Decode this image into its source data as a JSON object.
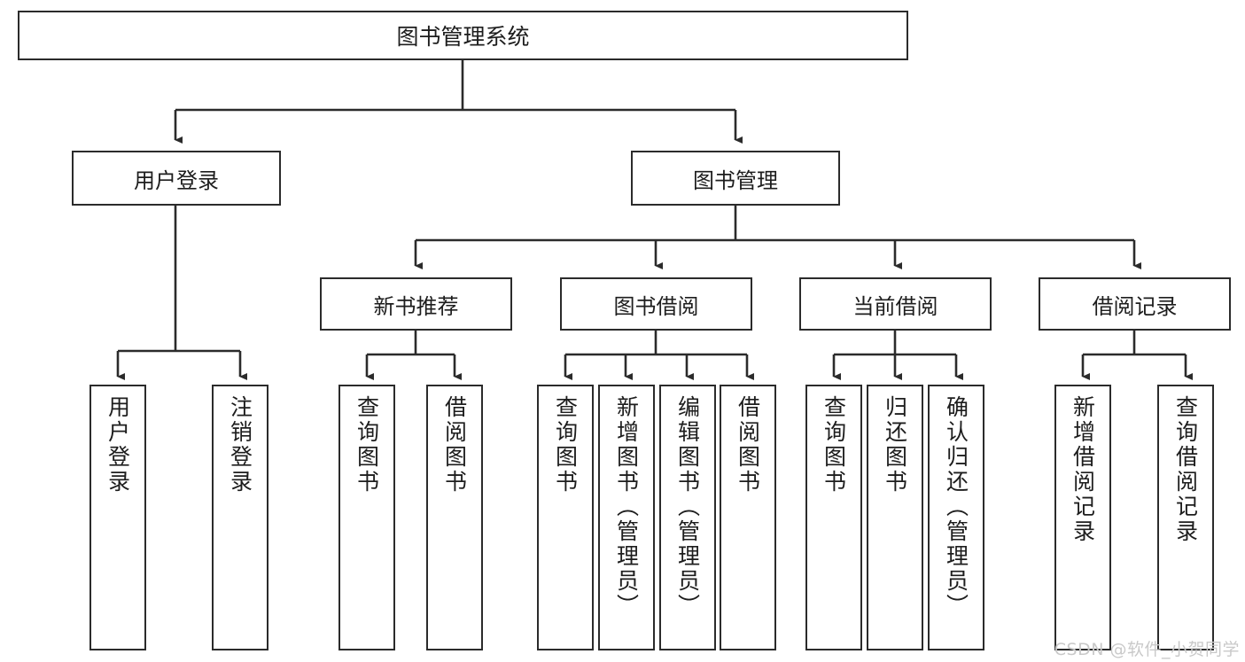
{
  "diagram": {
    "title": "图书管理系统",
    "type": "tree-hierarchy",
    "watermark": "CSDN @软件_小贺同学",
    "colors": {
      "stroke": "#2b2b2b",
      "fill": "#ffffff",
      "text": "#1d1d1d",
      "watermark": "#c9c9c9"
    },
    "root": {
      "label": "图书管理系统"
    },
    "level2": [
      {
        "label": "用户登录"
      },
      {
        "label": "图书管理"
      }
    ],
    "level3": [
      {
        "label": "新书推荐"
      },
      {
        "label": "图书借阅"
      },
      {
        "label": "当前借阅"
      },
      {
        "label": "借阅记录"
      }
    ],
    "leaves": {
      "user_login": [
        {
          "label": "用户登录"
        },
        {
          "label": "注销登录"
        }
      ],
      "new_book_recommend": [
        {
          "label": "查询图书"
        },
        {
          "label": "借阅图书"
        }
      ],
      "book_borrow": [
        {
          "label": "查询图书"
        },
        {
          "label": "新增图书（管理员）"
        },
        {
          "label": "编辑图书（管理员）"
        },
        {
          "label": "借阅图书"
        }
      ],
      "current_borrow": [
        {
          "label": "查询图书"
        },
        {
          "label": "归还图书"
        },
        {
          "label": "确认归还（管理员）"
        }
      ],
      "borrow_record": [
        {
          "label": "新增借阅记录"
        },
        {
          "label": "查询借阅记录"
        }
      ]
    }
  }
}
